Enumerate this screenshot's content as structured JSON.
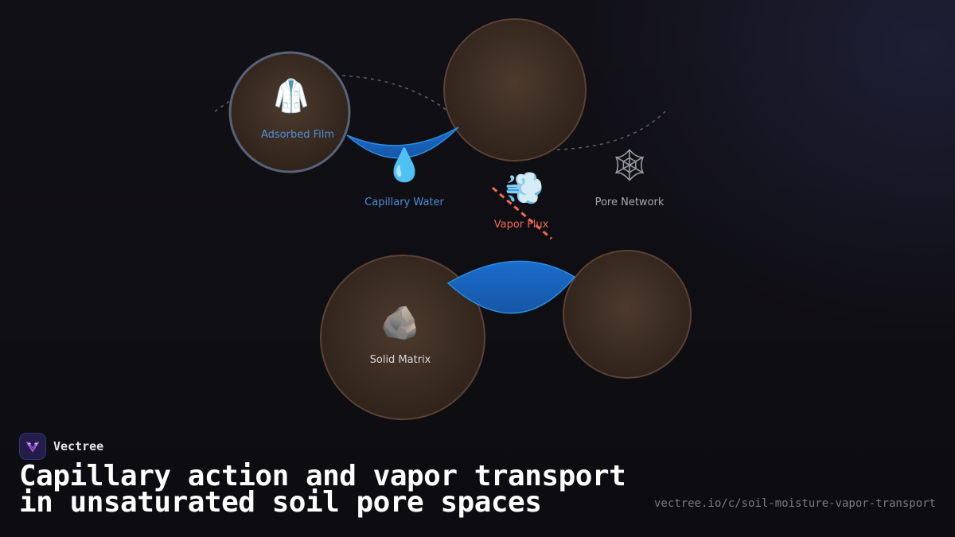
{
  "diagram": {
    "nodes": [
      {
        "id": "adsorbed-film",
        "label": "Adsorbed Film",
        "icon": "coat-icon",
        "glyph": "🥼",
        "color": "#4e8fd6"
      },
      {
        "id": "capillary-water",
        "label": "Capillary Water",
        "icon": "water-drop-icon",
        "glyph": "💧",
        "color": "#4e8fd6"
      },
      {
        "id": "vapor-flux",
        "label": "Vapor Flux",
        "icon": "dash-puff-icon",
        "glyph": "💨",
        "color": "#f06a50"
      },
      {
        "id": "pore-network",
        "label": "Pore Network",
        "icon": "spider-web-icon",
        "glyph": "🕸",
        "color": "#a8a8b0"
      },
      {
        "id": "solid-matrix",
        "label": "Solid Matrix",
        "icon": "rock-icon",
        "glyph": "🪨",
        "color": "#d8d8dc"
      }
    ],
    "colors": {
      "grain_fill": "#3f3026",
      "grain_stroke": "#5a4234",
      "water": "#1a63b8",
      "vapor_line": "#f06a50",
      "highlight_ring": "#55607a"
    }
  },
  "brand": {
    "name": "Vectree",
    "logo_icon": "vectree-logo-icon"
  },
  "title_lines": [
    "Capillary action and vapor transport",
    "in unsaturated soil pore spaces"
  ],
  "url": "vectree.io/c/soil-moisture-vapor-transport"
}
